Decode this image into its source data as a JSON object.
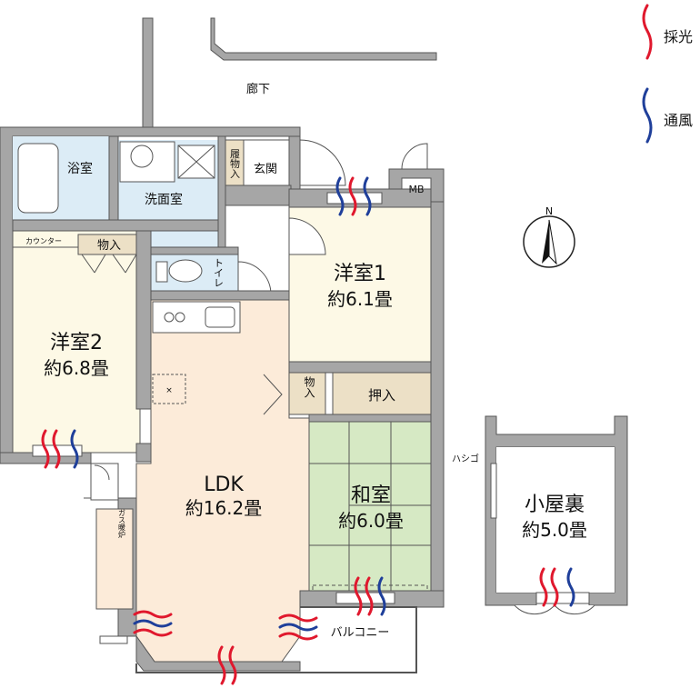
{
  "legend": {
    "light_label": "採光",
    "ventilation_label": "通風",
    "light_color": "#e0182d",
    "ventilation_color": "#1f3f9a"
  },
  "compass": {
    "north_label": "N"
  },
  "labels": {
    "corridor": "廊下",
    "bath": "浴室",
    "washroom": "洗面室",
    "shoe_storage": "履物入",
    "entrance": "玄関",
    "meter_box": "MB",
    "counter": "カウンター",
    "storage": "物入",
    "toilet": "トイレ",
    "western_room_1_name": "洋室1",
    "western_room_1_size": "約6.1畳",
    "western_room_2_name": "洋室2",
    "western_room_2_size": "約6.8畳",
    "ldk_name": "LDK",
    "ldk_size": "約16.2畳",
    "storage_2": "物入",
    "closet": "押入",
    "japanese_room_name": "和室",
    "japanese_room_size": "約6.0畳",
    "gas_heater": "ガス暖炉",
    "ladder": "ハシゴ",
    "attic_name": "小屋裏",
    "attic_size": "約5.0畳",
    "balcony": "バルコニー"
  },
  "colors": {
    "wall": "#a6a6a6",
    "wall_edge": "#555555",
    "western_floor": "#fdf9e6",
    "ldk_floor": "#fcebd9",
    "tatami": "#d6e9c4",
    "storage_fill": "#ece0c6",
    "wet_area": "#dcecf6"
  }
}
